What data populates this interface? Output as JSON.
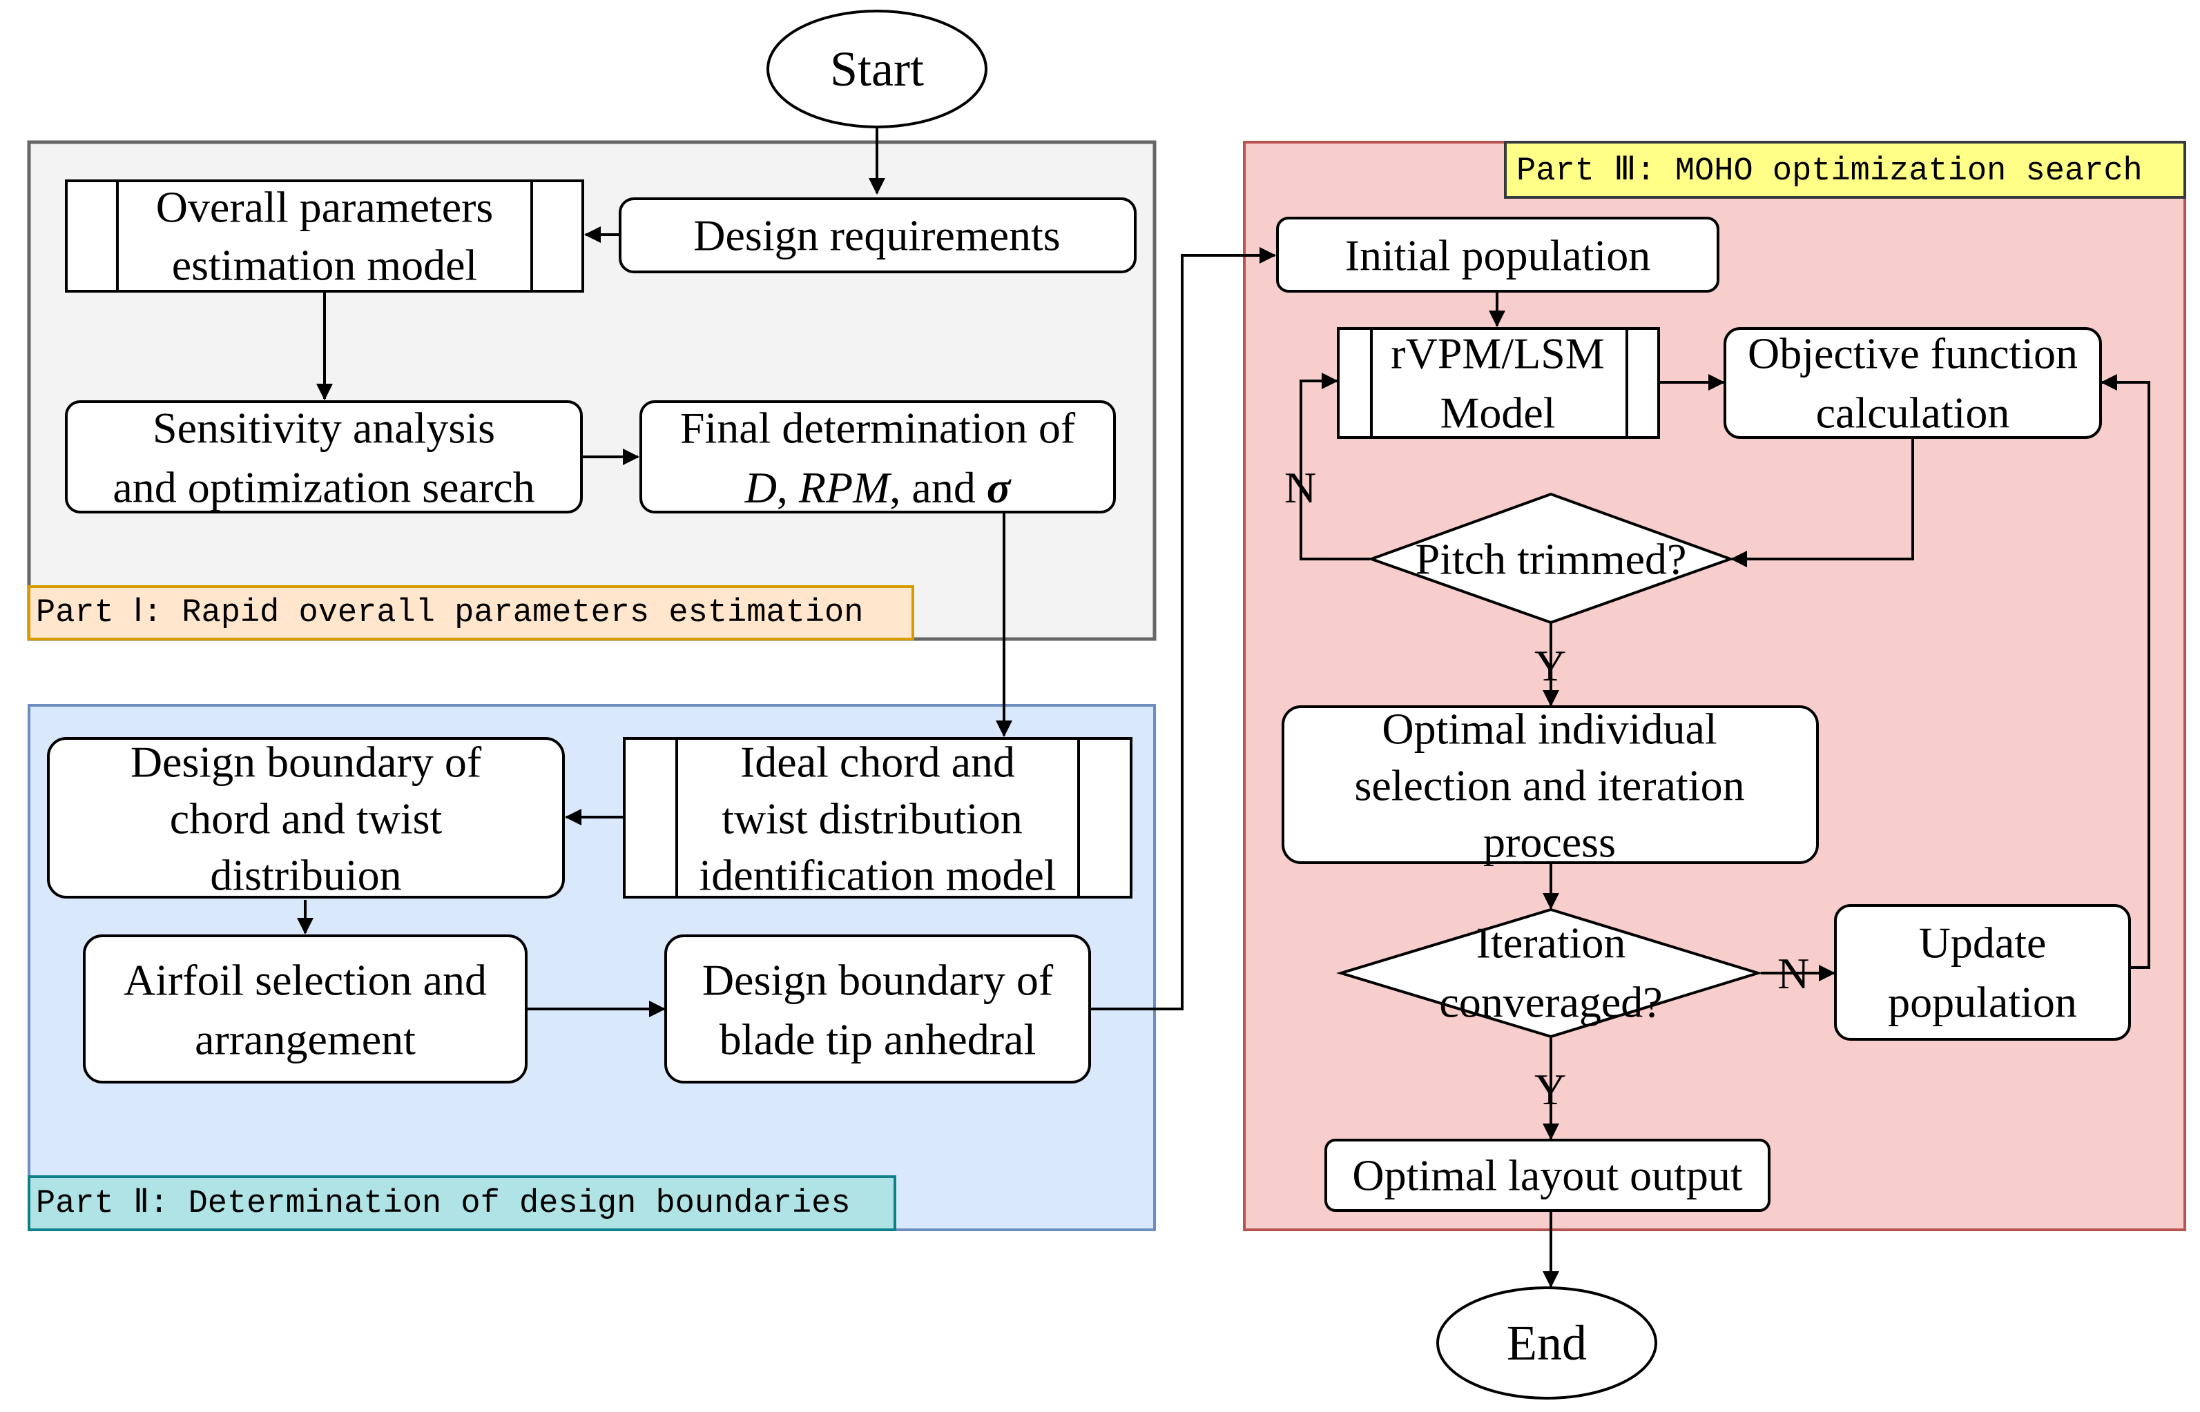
{
  "nodes": {
    "start": "Start",
    "end": "End",
    "design_requirements": "Design requirements",
    "overall_params_model": [
      "Overall parameters",
      "estimation model"
    ],
    "sensitivity_analysis": [
      "Sensitivity analysis",
      "and optimization search"
    ],
    "final_determination_line1": "Final determination of",
    "final_determination_line2": [
      "D",
      ", ",
      "RPM",
      ", and ",
      "σ"
    ],
    "ideal_chord_model": [
      "Ideal chord and",
      "twist distribution",
      "identification model"
    ],
    "design_boundary_chord": [
      "Design boundary of",
      "chord and twist",
      "distribuion"
    ],
    "airfoil_selection": [
      "Airfoil selection and",
      "arrangement"
    ],
    "design_boundary_tip": [
      "Design boundary of",
      "blade tip anhedral"
    ],
    "initial_population": "Initial population",
    "rvpm_lsm_model": [
      "rVPM/LSM",
      "Model"
    ],
    "objective_function": [
      "Objective function",
      "calculation"
    ],
    "pitch_trimmed": "Pitch trimmed?",
    "optimal_individual": [
      "Optimal individual",
      "selection and iteration",
      "process"
    ],
    "iteration_converged": [
      "Iteration",
      "converaged?"
    ],
    "update_population": [
      "Update",
      "population"
    ],
    "optimal_layout_output": "Optimal layout output"
  },
  "decision_labels": {
    "pitch_no": "N",
    "pitch_yes": "Y",
    "iteration_no": "N",
    "iteration_yes": "Y"
  },
  "parts": {
    "part1": "Part Ⅰ: Rapid overall parameters estimation",
    "part2": "Part Ⅱ: Determination of design boundaries",
    "part3": "Part Ⅲ: MOHO optimization search"
  },
  "colors": {
    "part1_fill": "#f3f3f3",
    "part1_border": "#666666",
    "part1_label_fill": "#ffe6cc",
    "part1_label_border": "#d79b00",
    "part2_fill": "#dae8fc",
    "part2_border": "#6c8ebf",
    "part2_label_fill": "#b0e3e6",
    "part2_label_border": "#0e8088",
    "part3_fill": "#f8cecc",
    "part3_border": "#b85450",
    "part3_label_fill": "#ffff88",
    "part3_label_border": "#36393d"
  }
}
